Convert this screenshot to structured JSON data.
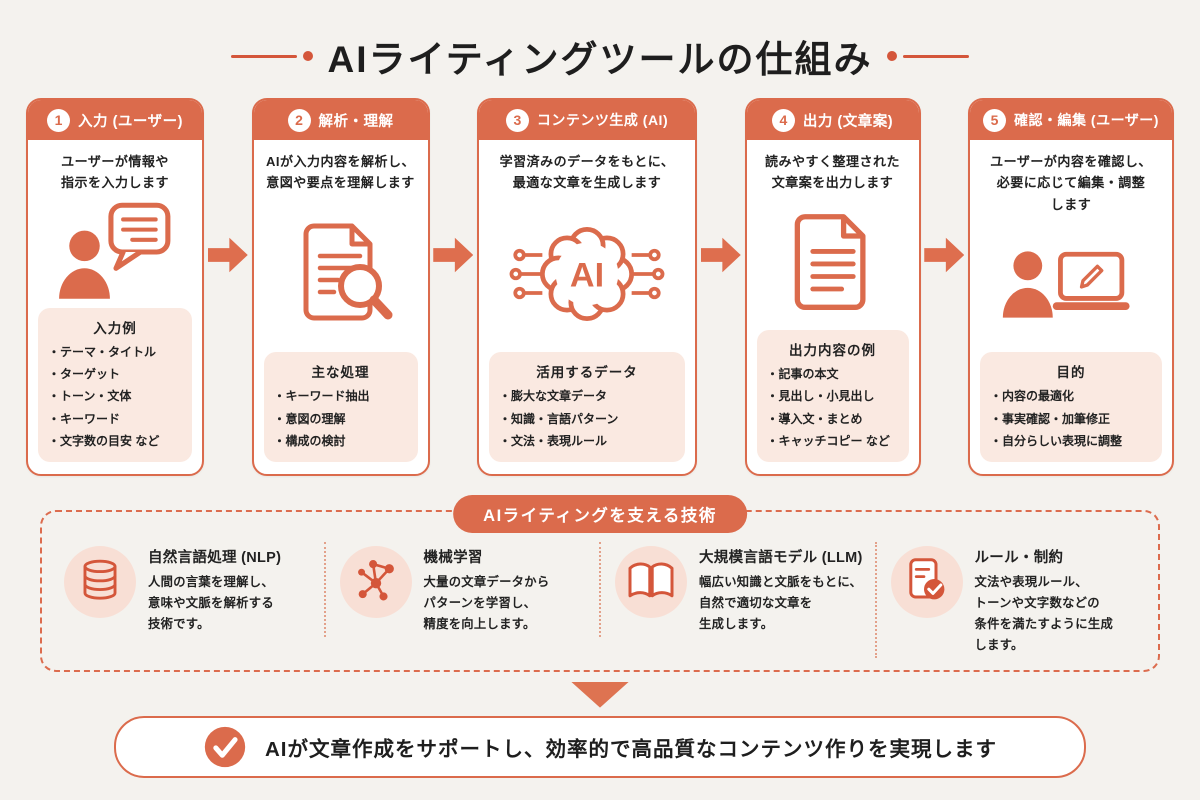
{
  "title": "AIライティングツールの仕組み",
  "colors": {
    "accent": "#DB6B4C",
    "accent_deep": "#D4563A",
    "peach_box": "#FAE9E1",
    "icon_circle_bg": "#F8DFD5",
    "background": "#F4F2EE",
    "text": "#222222"
  },
  "steps": [
    {
      "num": "1",
      "title": "入力 (ユーザー)",
      "desc": "ユーザーが情報や\n指示を入力します",
      "icon": "person-chat-icon",
      "box_title": "入力例",
      "items": [
        "・テーマ・タイトル",
        "・ターゲット",
        "・トーン・文体",
        "・キーワード",
        "・文字数の目安 など"
      ]
    },
    {
      "num": "2",
      "title": "解析・理解",
      "desc": "AIが入力内容を解析し、\n意図や要点を理解します",
      "icon": "document-search-icon",
      "box_title": "主な処理",
      "items": [
        "・キーワード抽出",
        "・意図の理解",
        "・構成の検討"
      ]
    },
    {
      "num": "3",
      "title": "コンテンツ生成 (AI)",
      "desc": "学習済みのデータをもとに、\n最適な文章を生成します",
      "icon": "ai-brain-icon",
      "box_title": "活用するデータ",
      "items": [
        "・膨大な文章データ",
        "・知識・言語パターン",
        "・文法・表現ルール"
      ]
    },
    {
      "num": "4",
      "title": "出力 (文章案)",
      "desc": "読みやすく整理された\n文章案を出力します",
      "icon": "document-icon",
      "box_title": "出力内容の例",
      "items": [
        "・記事の本文",
        "・見出し・小見出し",
        "・導入文・まとめ",
        "・キャッチコピー など"
      ]
    },
    {
      "num": "5",
      "title": "確認・編集 (ユーザー)",
      "desc": "ユーザーが内容を確認し、\n必要に応じて編集・調整\nします",
      "icon": "person-laptop-icon",
      "box_title": "目的",
      "items": [
        "・内容の最適化",
        "・事実確認・加筆修正",
        "・自分らしい表現に調整"
      ]
    }
  ],
  "tech_section": {
    "badge": "AIライティングを支える技術",
    "items": [
      {
        "title": "自然言語処理 (NLP)",
        "desc": "人間の言葉を理解し、\n意味や文脈を解析する\n技術です。",
        "icon": "database-icon"
      },
      {
        "title": "機械学習",
        "desc": "大量の文章データから\nパターンを学習し、\n精度を向上します。",
        "icon": "network-icon"
      },
      {
        "title": "大規模言語モデル (LLM)",
        "desc": "幅広い知識と文脈をもとに、\n自然で適切な文章を\n生成します。",
        "icon": "open-book-icon"
      },
      {
        "title": "ルール・制約",
        "desc": "文法や表現ルール、\nトーンや文字数などの\n条件を満たすように生成\nします。",
        "icon": "rules-check-icon"
      }
    ]
  },
  "conclusion": {
    "icon": "check-circle-icon",
    "text": "AIが文章作成をサポートし、効率的で高品質なコンテンツ作りを実現します"
  }
}
